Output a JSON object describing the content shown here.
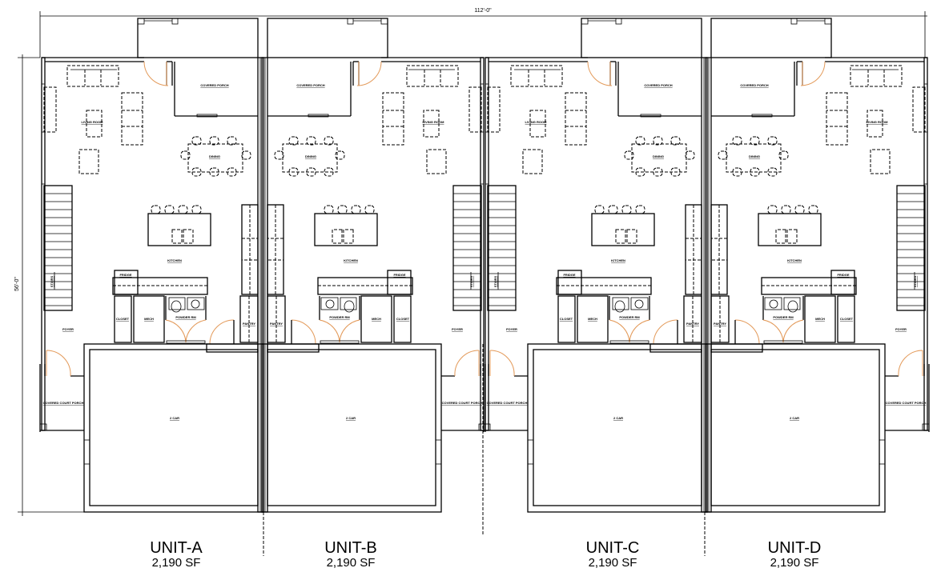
{
  "dimensions": {
    "overall_width": "112'-0\"",
    "overall_depth": "56'-0\""
  },
  "room_labels": {
    "covered_porch": "COVERED PORCH",
    "living_room": "LIVING ROOM",
    "dining": "DINING",
    "stairs": "STAIRS",
    "kitchen": "KITCHEN",
    "fridge": "FRIDGE",
    "closet": "CLOSET",
    "mech": "MECH",
    "powder_rm": "POWDER RM",
    "pantry": "PANTRY",
    "foyer": "FOYER",
    "garage": "2 CAR",
    "court_porch": "COVERED COURT PORCH"
  },
  "units": [
    {
      "name": "UNIT-A",
      "area": "2,190  SF"
    },
    {
      "name": "UNIT-B",
      "area": "2,190  SF"
    },
    {
      "name": "UNIT-C",
      "area": "2,190  SF"
    },
    {
      "name": "UNIT-D",
      "area": "2,190  SF"
    }
  ],
  "colors": {
    "walls": "#000000",
    "door_swing": "#e39a5a"
  }
}
